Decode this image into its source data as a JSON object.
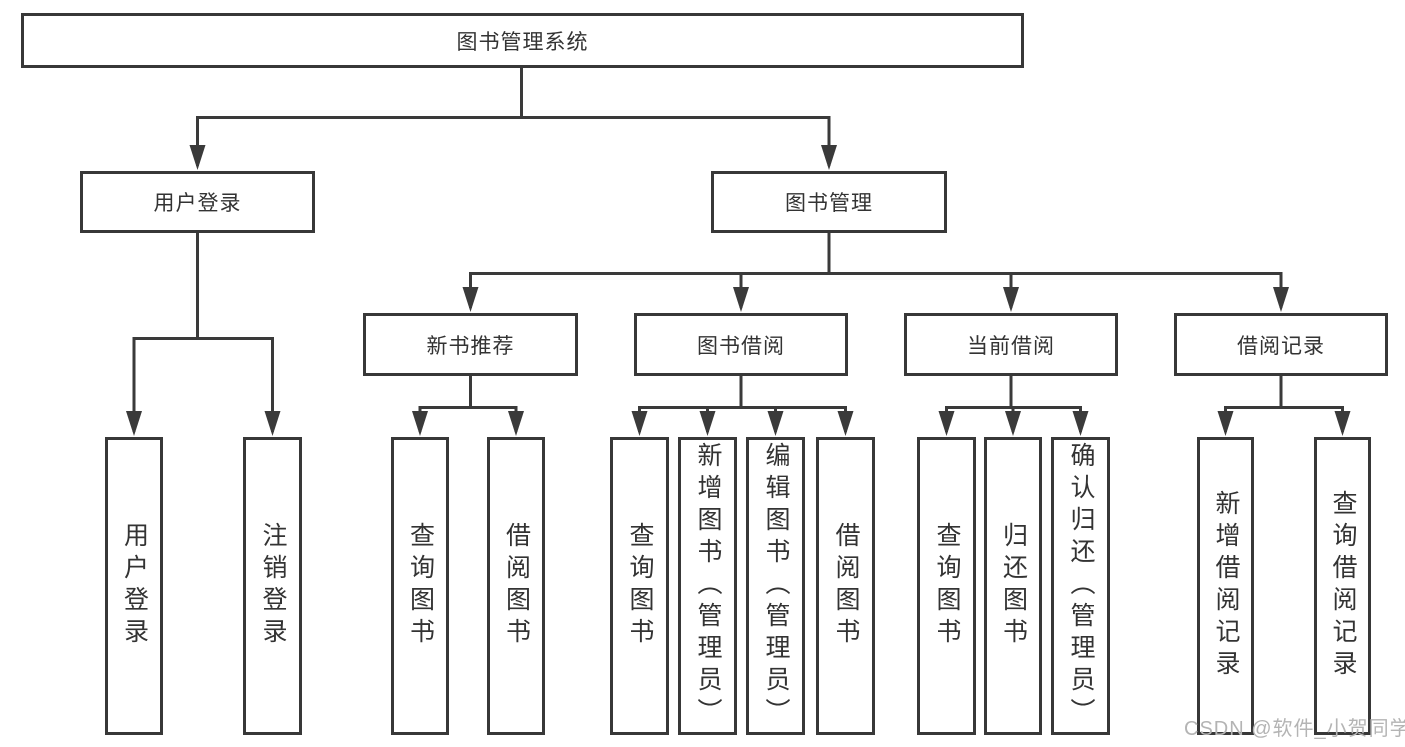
{
  "diagram": {
    "type": "hierarchy-tree",
    "nodes": {
      "root": {
        "label": "图书管理系统"
      },
      "user_login": {
        "label": "用户登录"
      },
      "book_management": {
        "label": "图书管理"
      },
      "new_book_recommend": {
        "label": "新书推荐"
      },
      "book_borrow": {
        "label": "图书借阅"
      },
      "current_borrow": {
        "label": "当前借阅"
      },
      "borrow_records": {
        "label": "借阅记录"
      },
      "leaves": [
        {
          "label": "用户登录",
          "parent": "用户登录"
        },
        {
          "label": "注销登录",
          "parent": "用户登录"
        },
        {
          "label": "查询图书",
          "parent": "新书推荐"
        },
        {
          "label": "借阅图书",
          "parent": "新书推荐"
        },
        {
          "label": "查询图书",
          "parent": "图书借阅"
        },
        {
          "label": "新增图书（管理员）",
          "parent": "图书借阅"
        },
        {
          "label": "编辑图书（管理员）",
          "parent": "图书借阅"
        },
        {
          "label": "借阅图书",
          "parent": "图书借阅"
        },
        {
          "label": "查询图书",
          "parent": "当前借阅"
        },
        {
          "label": "归还图书",
          "parent": "当前借阅"
        },
        {
          "label": "确认归还（管理员）",
          "parent": "当前借阅"
        },
        {
          "label": "新增借阅记录",
          "parent": "借阅记录"
        },
        {
          "label": "查询借阅记录",
          "parent": "借阅记录"
        }
      ]
    },
    "structure": {
      "图书管理系统": [
        "用户登录",
        "图书管理"
      ],
      "用户登录": [
        "用户登录",
        "注销登录"
      ],
      "图书管理": [
        "新书推荐",
        "图书借阅",
        "当前借阅",
        "借阅记录"
      ],
      "新书推荐": [
        "查询图书",
        "借阅图书"
      ],
      "图书借阅": [
        "查询图书",
        "新增图书（管理员）",
        "编辑图书（管理员）",
        "借阅图书"
      ],
      "当前借阅": [
        "查询图书",
        "归还图书",
        "确认归还（管理员）"
      ],
      "借阅记录": [
        "新增借阅记录",
        "查询借阅记录"
      ]
    },
    "colors": {
      "background": "#ffffff",
      "box_border": "#383838",
      "connector_line": "#3a3a3a",
      "label_text": "#333333",
      "watermark_text": "#b4b4b4"
    }
  },
  "watermark": {
    "text": "CSDN @软件_小贺同学"
  }
}
